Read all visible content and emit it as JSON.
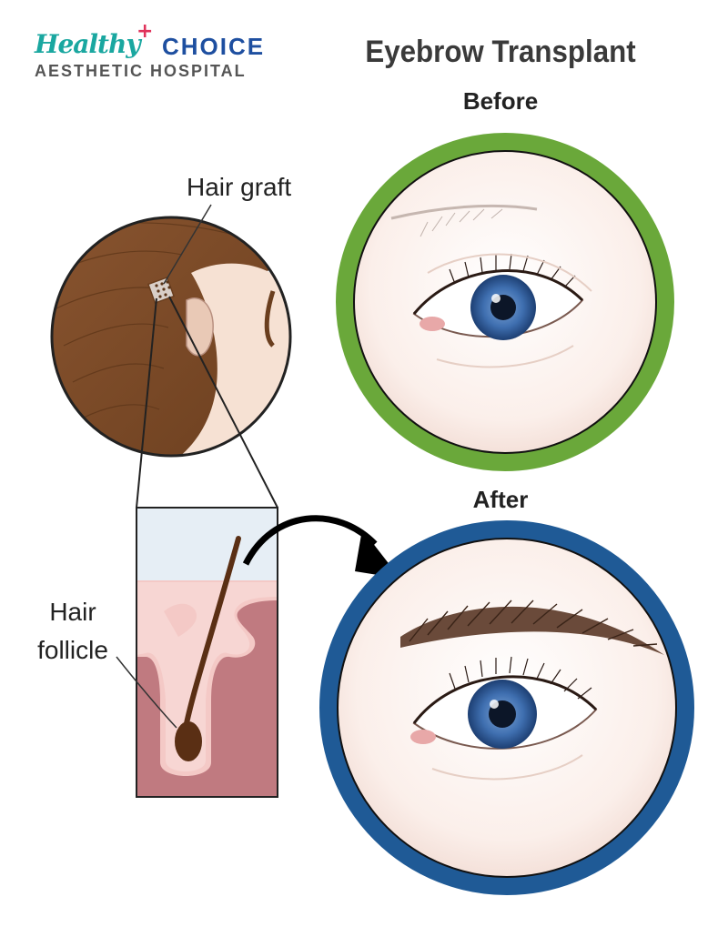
{
  "logo": {
    "brand_script": "Healthy",
    "brand_bold": "CHOICE",
    "subtitle": "AESTHETIC HOSPITAL"
  },
  "title": "Eyebrow Transplant",
  "labels": {
    "before": "Before",
    "after": "After",
    "hair_graft": "Hair graft",
    "hair_follicle": "Hair follicle"
  },
  "colors": {
    "before_ring": "#6aa83a",
    "after_ring": "#1f5a96",
    "hair": "#7a4a25",
    "skin_dermis": "#c07a80",
    "iris": "#3f6fb0"
  }
}
